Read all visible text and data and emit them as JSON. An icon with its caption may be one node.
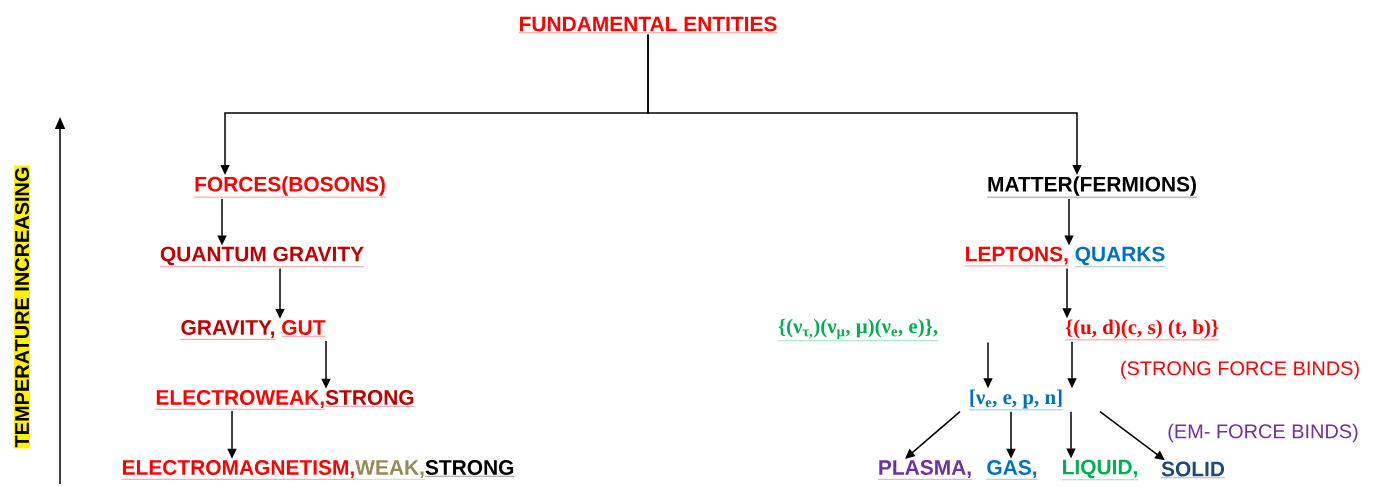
{
  "diagram": {
    "nodes": [
      {
        "text": [
          "FUNDAMENTAL ENTITIES"
        ]
      },
      {
        "text": [
          "FORCES(BOSONS)"
        ]
      },
      {
        "text": [
          "QUANTUM GRAVITY"
        ]
      },
      {
        "text": [
          "GRAVITY,",
          "GUT"
        ]
      },
      {
        "text": [
          "ELECTROWEAK,",
          "STRONG"
        ]
      },
      {
        "text": [
          "ELECTROMAGNETISM,",
          "WEAK,",
          "STRONG"
        ]
      },
      {
        "text": [
          "MATTER(FERMIONS)"
        ]
      },
      {
        "text": [
          "LEPTONS,",
          "QUARKS"
        ]
      },
      {
        "text": [
          "{(ν$_{τ,}$)(ν$_{μ}$, μ)(ν$_{e}$, e)},"
        ]
      },
      {
        "text": [
          "{(u, d)(c, s) (t, b)}"
        ]
      },
      {
        "text": [
          "[ν$_{e}$, e,  p, n]"
        ]
      },
      {
        "text": [
          "PLASMA,"
        ]
      },
      {
        "text": [
          "GAS,"
        ]
      },
      {
        "text": [
          "LIQUID,"
        ]
      },
      {
        "text": [
          "SOLID"
        ]
      }
    ],
    "edges": [
      {
        "from": 0,
        "to": 1,
        "arrow": "to"
      },
      {
        "from": 0,
        "to": 6,
        "arrow": "to"
      },
      {
        "from": 1,
        "to": 2,
        "arrow": "to"
      },
      {
        "from": 2,
        "to": 3,
        "arrow": "to"
      },
      {
        "from": 3,
        "to": 4,
        "arrow": "to"
      },
      {
        "from": 4,
        "to": 5,
        "arrow": "to"
      },
      {
        "from": 6,
        "to": 7,
        "arrow": "to"
      },
      {
        "from": 7,
        "to": 9,
        "arrow": "to"
      },
      {
        "from": 8,
        "to": 10,
        "arrow": "to"
      },
      {
        "from": 9,
        "to": 10,
        "arrow": "to"
      },
      {
        "from": 10,
        "to": 11,
        "arrow": "to"
      },
      {
        "from": 10,
        "to": 12,
        "arrow": "to"
      },
      {
        "from": 10,
        "to": 13,
        "arrow": "to"
      },
      {
        "from": 10,
        "to": 14,
        "arrow": "to"
      }
    ],
    "labels": [
      "TEMPERATURE INCREASING",
      "(STRONG FORCE BINDS)",
      "(EM- FORCE BINDS)"
    ]
  }
}
